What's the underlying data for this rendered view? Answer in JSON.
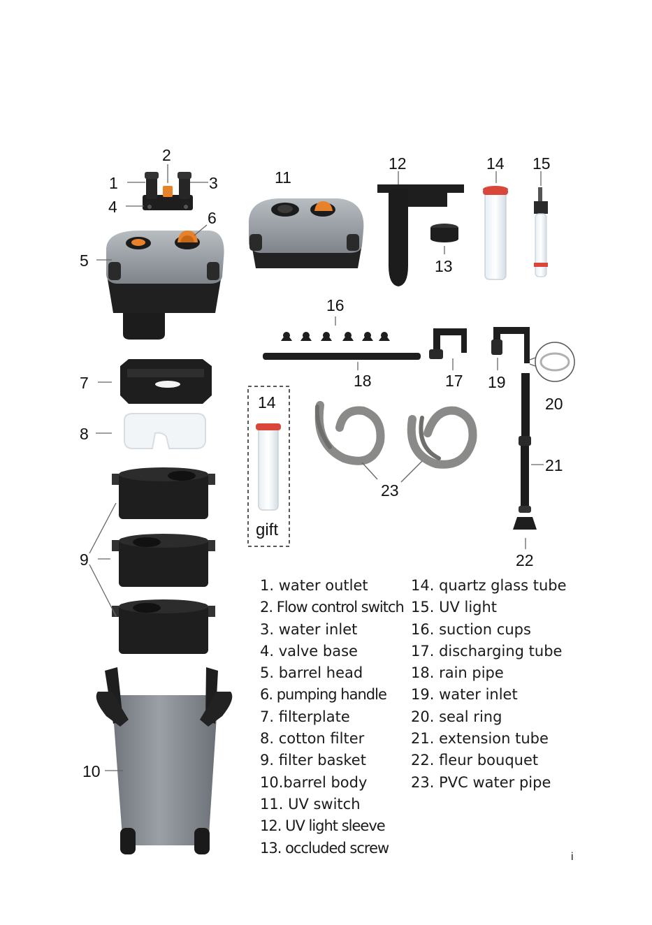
{
  "callouts": {
    "c1": "1",
    "c2": "2",
    "c3": "3",
    "c4": "4",
    "c5": "5",
    "c6": "6",
    "c7": "7",
    "c8": "8",
    "c9": "9",
    "c10": "10",
    "c11": "11",
    "c12": "12",
    "c13": "13",
    "c14": "14",
    "c14b": "14",
    "c15": "15",
    "c16": "16",
    "c17": "17",
    "c18": "18",
    "c19": "19",
    "c20": "20",
    "c21": "21",
    "c22": "22",
    "c23": "23"
  },
  "gift_label": "gift",
  "legend_left": [
    "1. water outlet",
    "2. Flow control switch",
    "3. water inlet",
    "4. valve base",
    "5. barrel head",
    "6. pumping handle",
    "7. filterplate",
    "8. cotton filter",
    "9. filter basket",
    "10.barrel body",
    "11. UV switch",
    "12. UV light sleeve",
    "13. occluded screw"
  ],
  "legend_right": [
    "14. quartz glass tube",
    "15. UV light",
    "16. suction cups",
    "17. discharging tube",
    "18. rain pipe",
    "19. water inlet",
    "20. seal ring",
    "21. extension tube",
    "22. fleur bouquet",
    "23. PVC water pipe"
  ],
  "page_mark": "i",
  "colors": {
    "housing_gray": "#8f959b",
    "black_plastic": "#1c1c1c",
    "accent_orange": "#e8822a",
    "seal_red": "#d9463a",
    "hose_gray": "#8a8a88"
  }
}
